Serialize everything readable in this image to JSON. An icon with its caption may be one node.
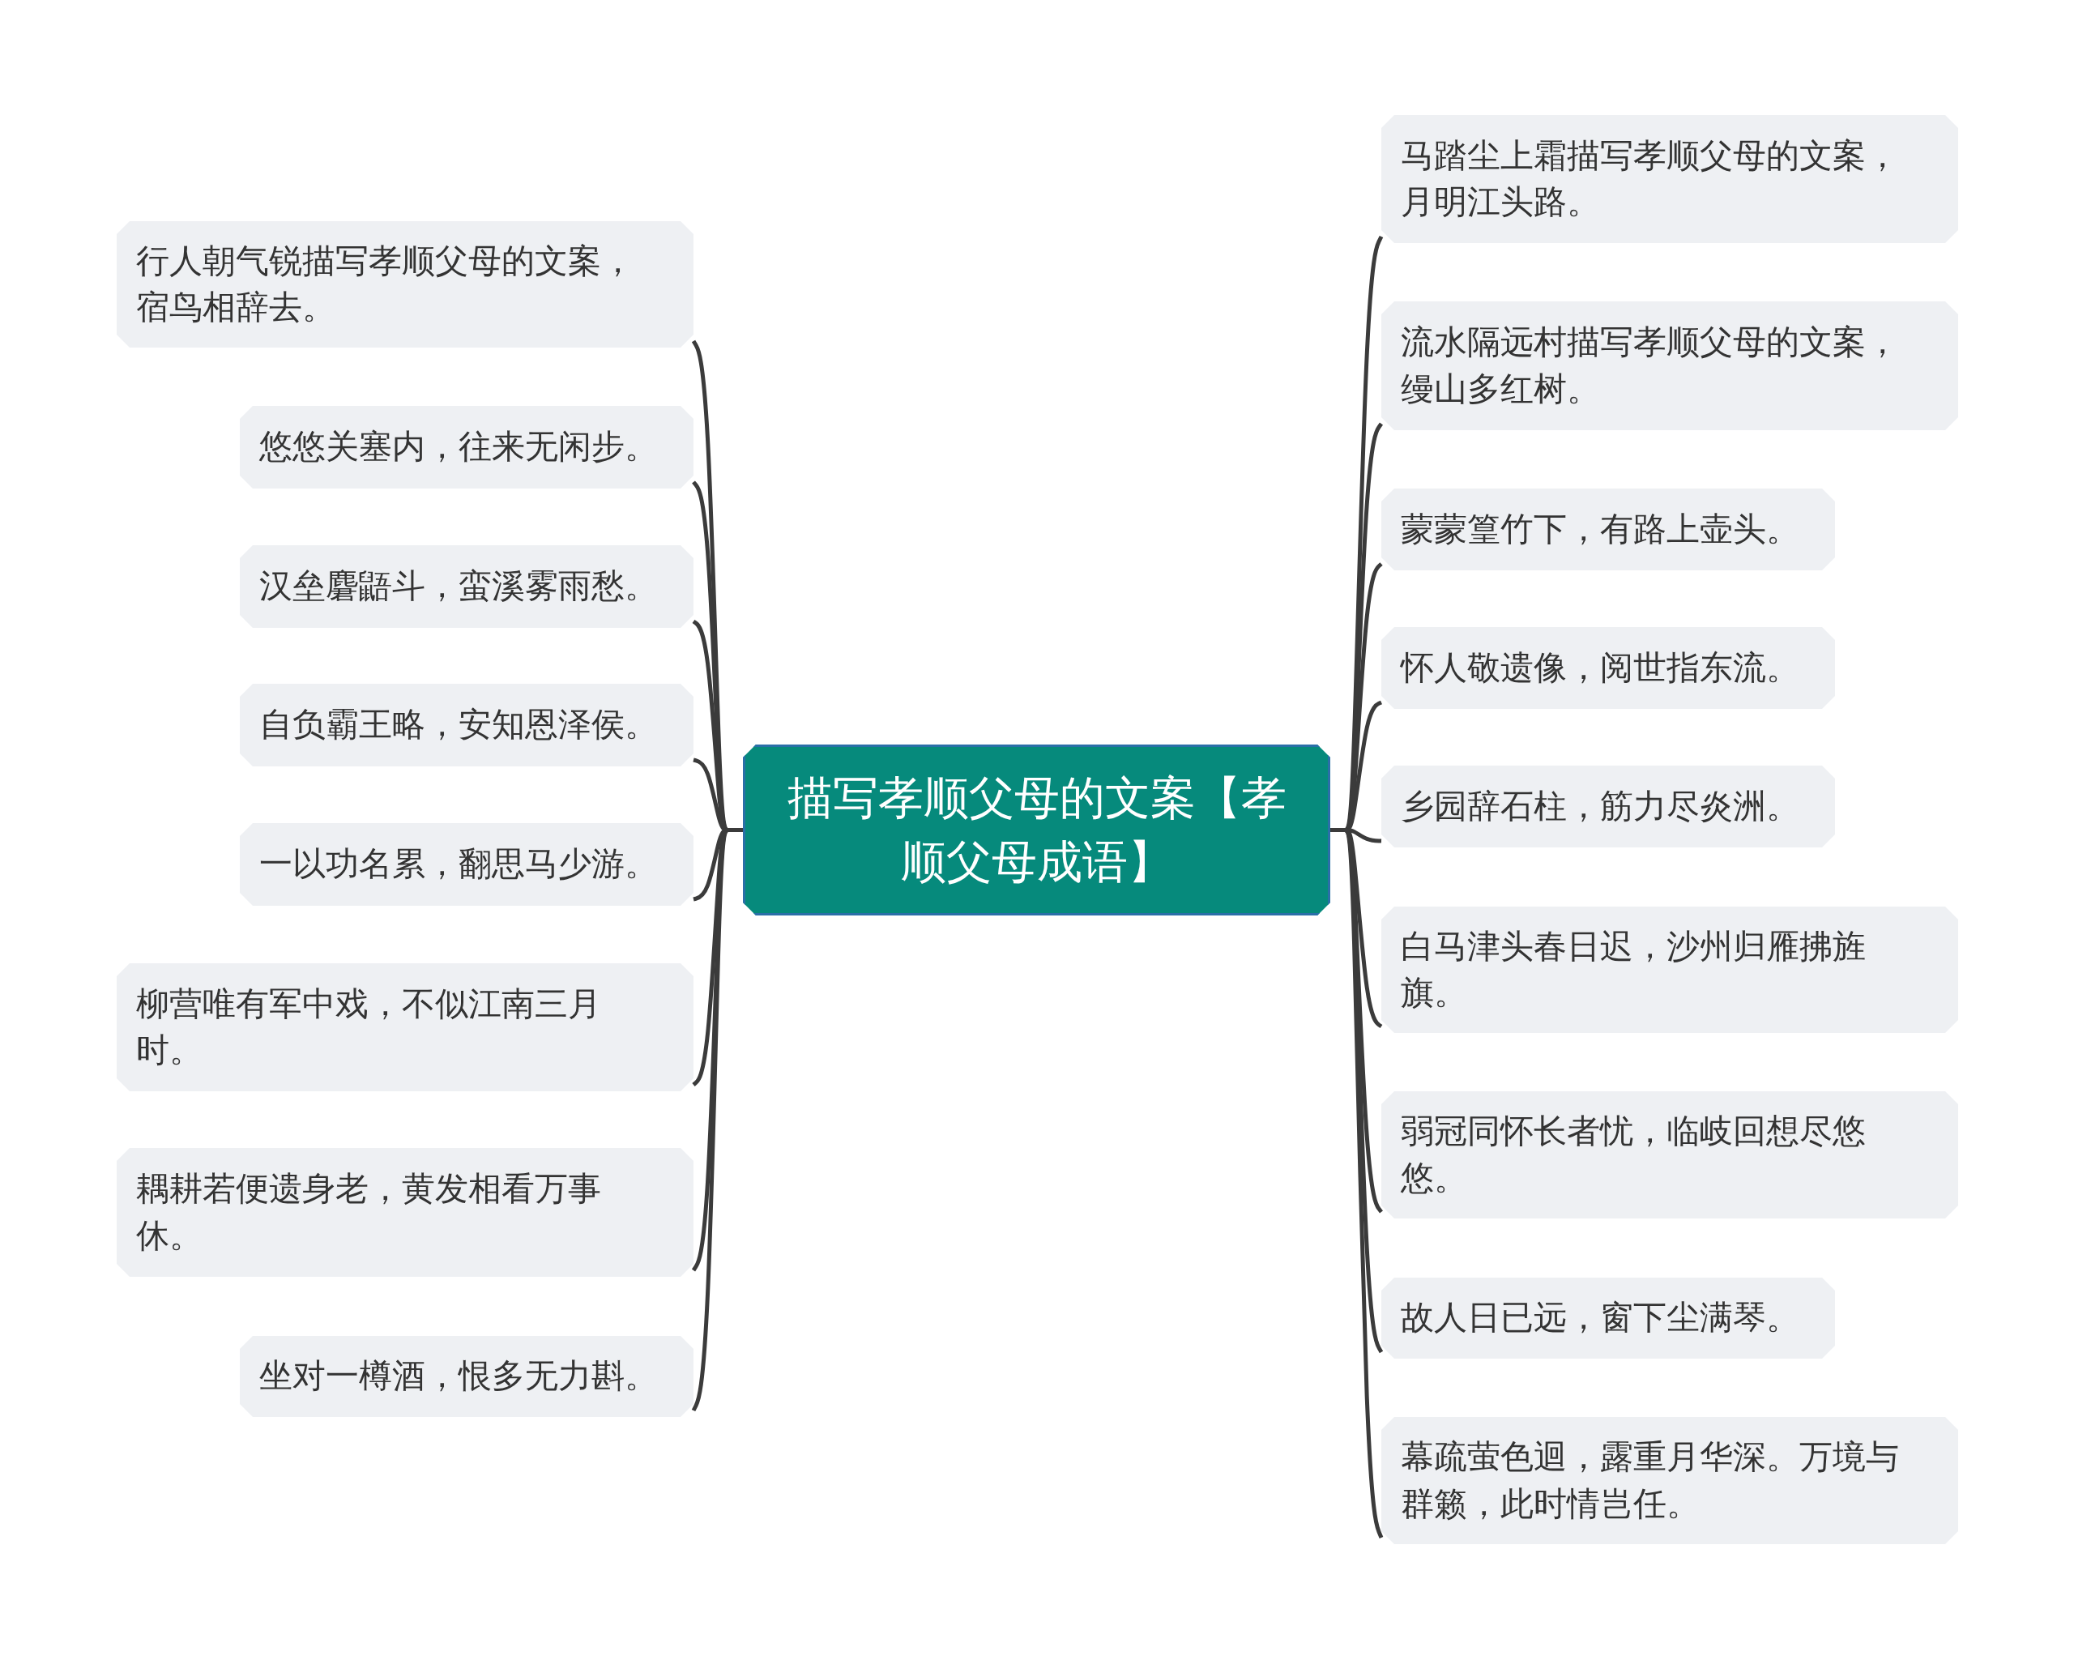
{
  "diagram": {
    "nodes": [
      {
        "text": [
          "描写孝顺父母的文案【孝顺父母成语】"
        ]
      },
      {
        "text": [
          "行人朝气锐描写孝顺父母的文案，宿鸟相辞去。"
        ]
      },
      {
        "text": [
          "悠悠关塞内，往来无闲步。"
        ]
      },
      {
        "text": [
          "汉垒麏鼯斗，蛮溪雾雨愁。"
        ]
      },
      {
        "text": [
          "自负霸王略，安知恩泽侯。"
        ]
      },
      {
        "text": [
          "一以功名累，翻思马少游。"
        ]
      },
      {
        "text": [
          "柳营唯有军中戏，不似江南三月时。"
        ]
      },
      {
        "text": [
          "耦耕若便遗身老，黄发相看万事休。"
        ]
      },
      {
        "text": [
          "坐对一樽酒，恨多无力斟。"
        ]
      },
      {
        "text": [
          "马踏尘上霜描写孝顺父母的文案，月明江头路。"
        ]
      },
      {
        "text": [
          "流水隔远村描写孝顺父母的文案，缦山多红树。"
        ]
      },
      {
        "text": [
          "蒙蒙篁竹下，有路上壶头。"
        ]
      },
      {
        "text": [
          "怀人敬遗像，阅世指东流。"
        ]
      },
      {
        "text": [
          "乡园辞石柱，筋力尽炎洲。"
        ]
      },
      {
        "text": [
          "白马津头春日迟，沙州归雁拂旌旗。"
        ]
      },
      {
        "text": [
          "弱冠同怀长者忧，临岐回想尽悠悠。"
        ]
      },
      {
        "text": [
          "故人日已远，窗下尘满琴。"
        ]
      },
      {
        "text": [
          "幕疏萤色迴，露重月华深。万境与群籁，此时情岂任。"
        ]
      }
    ],
    "edges": [
      {
        "from": 0,
        "to": 1,
        "arrow": "none"
      },
      {
        "from": 0,
        "to": 2,
        "arrow": "none"
      },
      {
        "from": 0,
        "to": 3,
        "arrow": "none"
      },
      {
        "from": 0,
        "to": 4,
        "arrow": "none"
      },
      {
        "from": 0,
        "to": 5,
        "arrow": "none"
      },
      {
        "from": 0,
        "to": 6,
        "arrow": "none"
      },
      {
        "from": 0,
        "to": 7,
        "arrow": "none"
      },
      {
        "from": 0,
        "to": 8,
        "arrow": "none"
      },
      {
        "from": 0,
        "to": 9,
        "arrow": "none"
      },
      {
        "from": 0,
        "to": 10,
        "arrow": "none"
      },
      {
        "from": 0,
        "to": 11,
        "arrow": "none"
      },
      {
        "from": 0,
        "to": 12,
        "arrow": "none"
      },
      {
        "from": 0,
        "to": 13,
        "arrow": "none"
      },
      {
        "from": 0,
        "to": 14,
        "arrow": "none"
      },
      {
        "from": 0,
        "to": 15,
        "arrow": "none"
      },
      {
        "from": 0,
        "to": 16,
        "arrow": "none"
      },
      {
        "from": 0,
        "to": 17,
        "arrow": "none"
      }
    ]
  }
}
